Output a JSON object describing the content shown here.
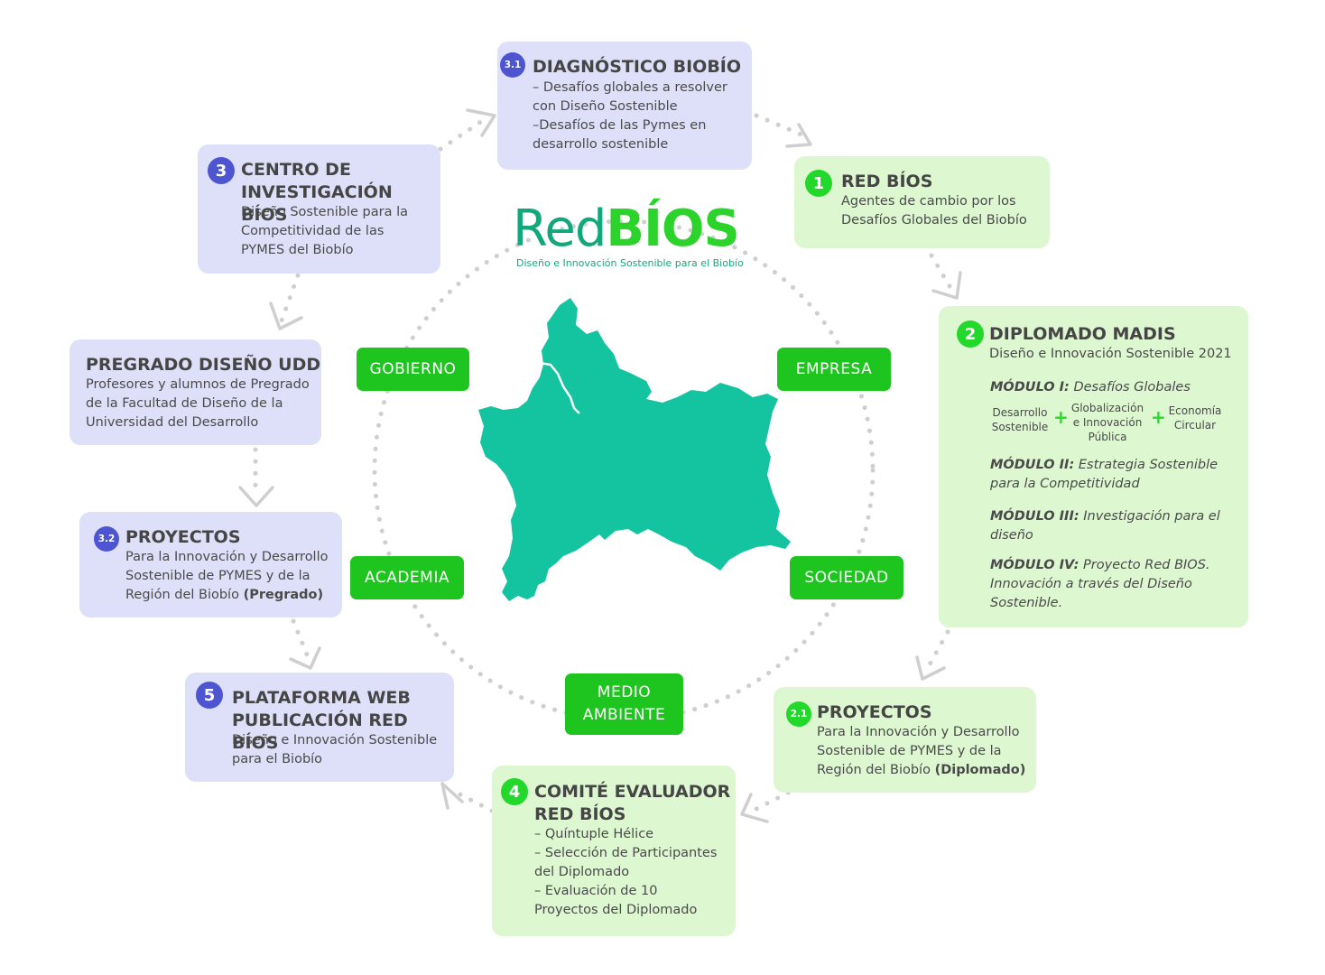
{
  "logo": {
    "name_light": "Red",
    "name_bold": "BÍOS",
    "subtitle": "Diseño e Innovación Sostenible para el Biobío",
    "colors": {
      "light": "#13a87c",
      "bold": "#2bd32b"
    }
  },
  "map": {
    "region": "Región del Biobío",
    "color": "#14c3a0"
  },
  "sectors": {
    "gobierno": "GOBIERNO",
    "empresa": "EMPRESA",
    "academia": "ACADEMIA",
    "sociedad": "SOCIEDAD",
    "medio_ambiente_1": "MEDIO",
    "medio_ambiente_2": "AMBIENTE",
    "color": "#1fc51f"
  },
  "cards": {
    "diagnostico": {
      "badge": "3.1",
      "title": "DIAGNÓSTICO BIOBÍO",
      "lines": [
        "– Desafíos globales a resolver",
        "con Diseño Sostenible",
        "–Desafíos de las Pymes en",
        "desarrollo sostenible"
      ]
    },
    "red_bios": {
      "badge": "1",
      "title": "RED BÍOS",
      "lines": [
        "Agentes de cambio por los",
        "Desafíos Globales del Biobío"
      ]
    },
    "diplomado": {
      "badge": "2",
      "title": "DIPLOMADO MADIS",
      "subtitle": "Diseño e Innovación Sostenible 2021",
      "modulo1_label": "MÓDULO I:",
      "modulo1_text": " Desafíos Globales",
      "topics": [
        [
          "Desarrollo",
          "Sostenible"
        ],
        [
          "Globalización",
          "e Innovación",
          "Pública"
        ],
        [
          "Economía",
          "Circular"
        ]
      ],
      "plus": "+",
      "modulo2_label": "MÓDULO II:",
      "modulo2_line1": " Estrategia Sostenible",
      "modulo2_line2": "para la Competitividad",
      "modulo3_label": "MÓDULO III:",
      "modulo3_line1": " Investigación para el",
      "modulo3_line2": "diseño",
      "modulo4_label": "MÓDULO IV:",
      "modulo4_line1": " Proyecto Red BIOS.",
      "modulo4_line2": "Innovación a través del Diseño",
      "modulo4_line3": "Sostenible."
    },
    "proyectos_diplomado": {
      "badge": "2.1",
      "title": "PROYECTOS",
      "lines": [
        "Para la Innovación y Desarrollo",
        "Sostenible de PYMES y de la"
      ],
      "last_line": "Región del Biobío ",
      "last_bold": "(Diplomado)"
    },
    "comite": {
      "badge": "4",
      "title_1": "COMITÉ EVALUADOR",
      "title_2": "RED BÍOS",
      "lines": [
        "– Quíntuple Hélice",
        "– Selección de Participantes",
        "del Diplomado",
        "– Evaluación de 10",
        "Proyectos del Diplomado"
      ]
    },
    "plataforma": {
      "badge": "5",
      "title_1": "PLATAFORMA WEB",
      "title_2": "PUBLICACIÓN RED BÍOS",
      "lines": [
        "Diseño e Innovación Sostenible",
        "para el Biobío"
      ]
    },
    "proyectos_pregrado": {
      "badge": "3.2",
      "title": "PROYECTOS",
      "lines": [
        "Para la Innovación y Desarrollo",
        "Sostenible de PYMES y de la"
      ],
      "last_line": "Región del Biobío ",
      "last_bold": "(Pregrado)"
    },
    "pregrado": {
      "title": "PREGRADO DISEÑO UDD",
      "lines": [
        "Profesores y alumnos de Pregrado",
        "de la Facultad de Diseño de la",
        "Universidad del Desarrollo"
      ]
    },
    "centro": {
      "badge": "3",
      "title_1": "CENTRO DE",
      "title_2": "INVESTIGACIÓN BÍOS",
      "lines": [
        "Diseño Sostenible para la",
        "Competitividad de las",
        "PYMES del Biobío"
      ]
    }
  },
  "colors": {
    "blue_card": "#dde0f8",
    "green_card": "#ddf8d0",
    "blue_badge": "#4e55d0",
    "green_badge": "#22d82a",
    "dots": "#c9c9c9"
  }
}
